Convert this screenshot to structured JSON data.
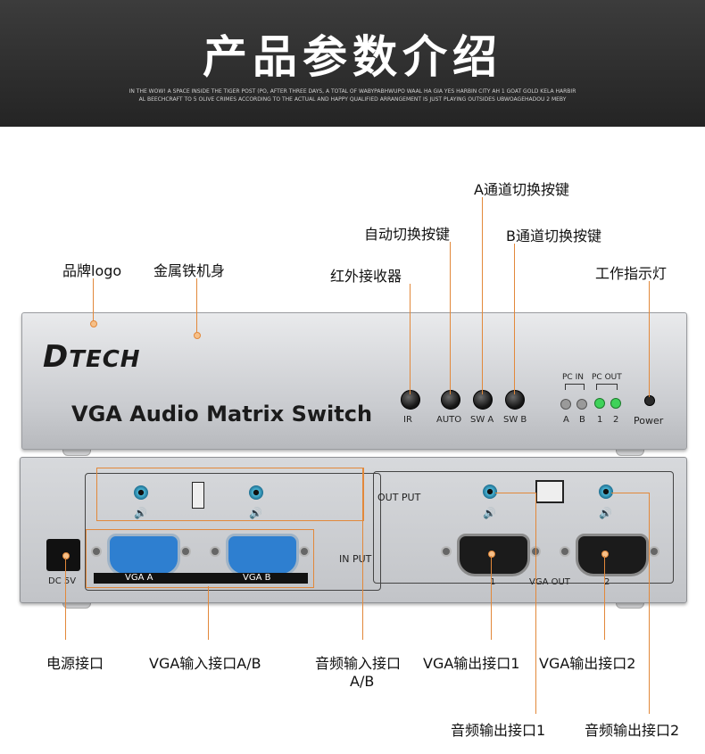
{
  "header": {
    "title": "产品参数介绍",
    "subtitle": "IN THE WOW! A SPACE INSIDE THE TIGER POST (PO, AFTER THREE DAYS, A TOTAL OF WABYPABHWUPO WAAL HA GIA YES HARBIN CITY AH 1 GOAT GOLD KELA HARBIR AL BEECHCRAFT TO 5 OLIVE CRIMES ACCORDING TO THE ACTUAL AND HAPPY QUALIFIED ARRANGEMENT IS JUST PLAYING OUTSIDES UBWOAGEHADOU 2 MEBY"
  },
  "labels_top": {
    "brand_logo": "品牌logo",
    "metal_body": "金属铁机身",
    "ir_receiver": "红外接收器",
    "auto_key": "自动切换按键",
    "a_key": "A通道切换按键",
    "b_key": "B通道切换按键",
    "indicator": "工作指示灯"
  },
  "front_panel": {
    "logo_first": "D",
    "logo_rest": "TECH",
    "model": "VGA Audio Matrix Switch",
    "ir": "IR",
    "auto": "AUTO",
    "swa": "SW A",
    "swb": "SW B",
    "pc_in": "PC IN",
    "pc_out": "PC OUT",
    "led_a": "A",
    "led_b": "B",
    "led_1": "1",
    "led_2": "2",
    "power": "Power"
  },
  "rear_panel": {
    "dc": "DC 5V",
    "vga_a": "VGA  A",
    "vga_b": "VGA  B",
    "in_put": "IN PUT",
    "out_put": "OUT PUT",
    "out1": "1",
    "vga_out": "VGA OUT",
    "out2": "2"
  },
  "labels_bottom": {
    "power_port": "电源接口",
    "vga_in": "VGA输入接口A/B",
    "audio_in_line1": "音频输入接口",
    "audio_in_line2": "A/B",
    "vga_out1": "VGA输出接口1",
    "vga_out2": "VGA输出接口2",
    "audio_out1": "音频输出接口1",
    "audio_out2": "音频输出接口2"
  },
  "colors": {
    "callout": "#e2883a",
    "led_green": "#3fd25a",
    "vga_in_blue": "#2e7fd0"
  }
}
